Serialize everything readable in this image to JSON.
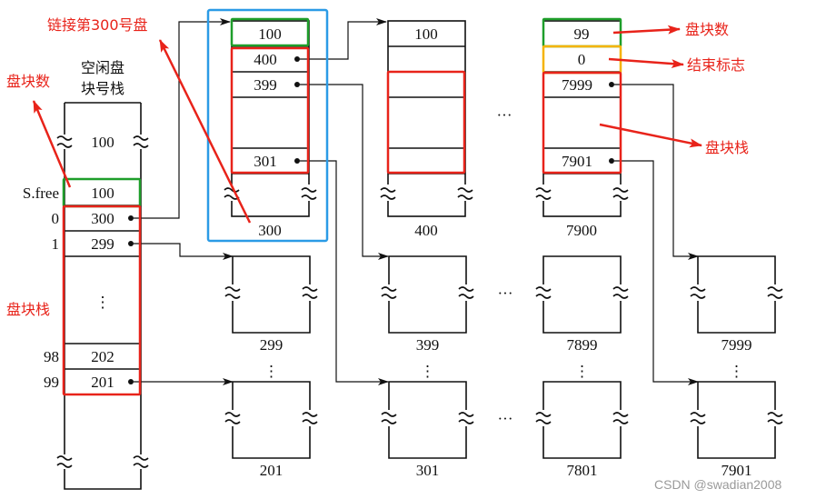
{
  "colors": {
    "line": "#111111",
    "annotation_red": "#e8231a",
    "highlight_green": "#1e9e2a",
    "highlight_orange": "#f5b300",
    "highlight_blue": "#2b9be6",
    "watermark": "#9a9a9a"
  },
  "title_stack": {
    "line1": "空闲盘",
    "line2": "块号栈"
  },
  "free_stack": {
    "top_cell": "100",
    "sfree_label": "S.free",
    "sfree_value": "100",
    "rows": [
      {
        "index": "0",
        "value": "300"
      },
      {
        "index": "1",
        "value": "299"
      },
      {
        "index": "98",
        "value": "202"
      },
      {
        "index": "99",
        "value": "201"
      }
    ],
    "ellipsis": "⋮"
  },
  "group_blocks": [
    {
      "name": "300",
      "count": "100",
      "cells": [
        "400",
        "399",
        "",
        "301"
      ]
    },
    {
      "name": "400",
      "count": "100",
      "cells": [
        "",
        "",
        "",
        ""
      ]
    },
    {
      "name": "7900",
      "count": "99",
      "end_flag": "0",
      "cells": [
        "7999",
        "",
        "7901"
      ]
    }
  ],
  "lower_blocks": {
    "row1": [
      "299",
      "399",
      "7899",
      "7999"
    ],
    "row2": [
      "201",
      "301",
      "7801",
      "7901"
    ]
  },
  "ellipsis_h": "···",
  "ellipsis_v": "⋮",
  "annotations": {
    "link_300": "链接第300号盘",
    "block_count_left": "盘块数",
    "block_stack_left": "盘块栈",
    "block_count_right": "盘块数",
    "end_flag": "结束标志",
    "block_stack_right": "盘块栈"
  },
  "watermark": "CSDN @swadian2008"
}
